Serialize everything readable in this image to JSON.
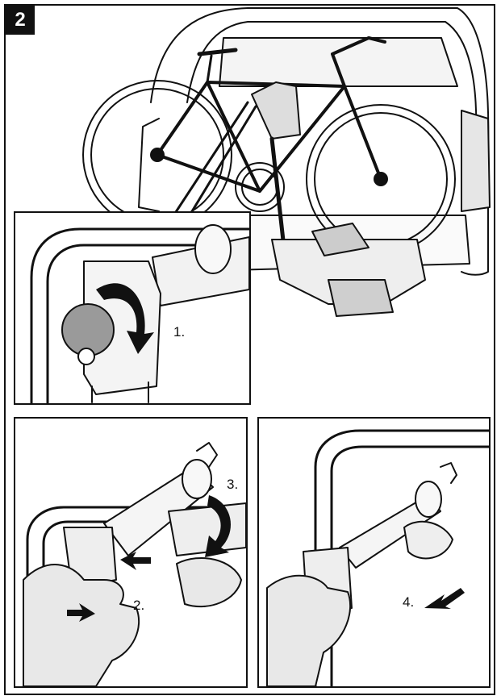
{
  "figure": {
    "number": "2",
    "steps": [
      {
        "label": "1."
      },
      {
        "label": "2."
      },
      {
        "label": "3."
      },
      {
        "label": "4."
      }
    ]
  },
  "icons": {
    "rotate_arrow": "curved-arrow-icon",
    "push_arrow": "arrow-icon",
    "lock": "lock-knob-icon"
  },
  "colors": {
    "ink": "#111111",
    "paper": "#ffffff",
    "shade": "#9a9a9a"
  }
}
